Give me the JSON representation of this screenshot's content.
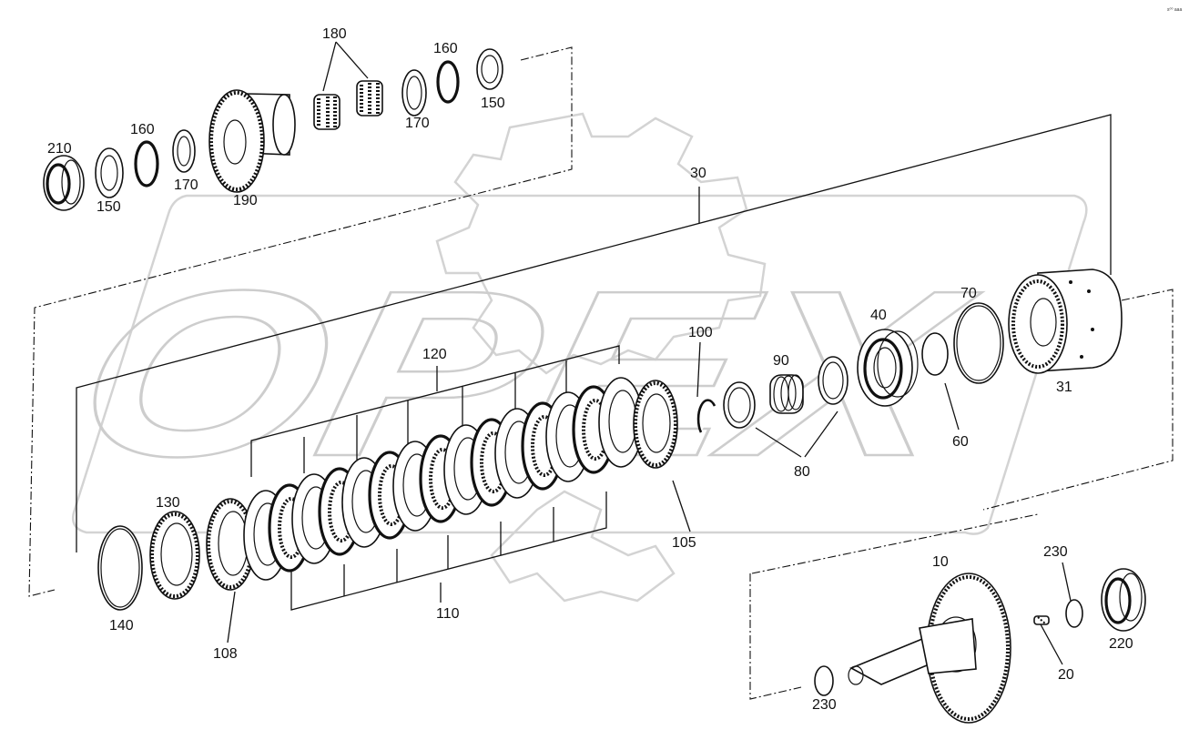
{
  "watermark": {
    "text": "OPEX"
  },
  "corner_code": "s⁰⁰ aaa",
  "labels": {
    "l210": "210",
    "l150a": "150",
    "l160a": "160",
    "l170a": "170",
    "l190": "190",
    "l180": "180",
    "l160b": "160",
    "l170b": "170",
    "l150b": "150",
    "l30": "30",
    "l31": "31",
    "l40": "40",
    "l70": "70",
    "l60": "60",
    "l90": "90",
    "l100": "100",
    "l80": "80",
    "l120": "120",
    "l105": "105",
    "l110": "110",
    "l130": "130",
    "l140": "140",
    "l108": "108",
    "l10": "10",
    "l20": "20",
    "l230a": "230",
    "l230b": "230",
    "l220": "220"
  }
}
